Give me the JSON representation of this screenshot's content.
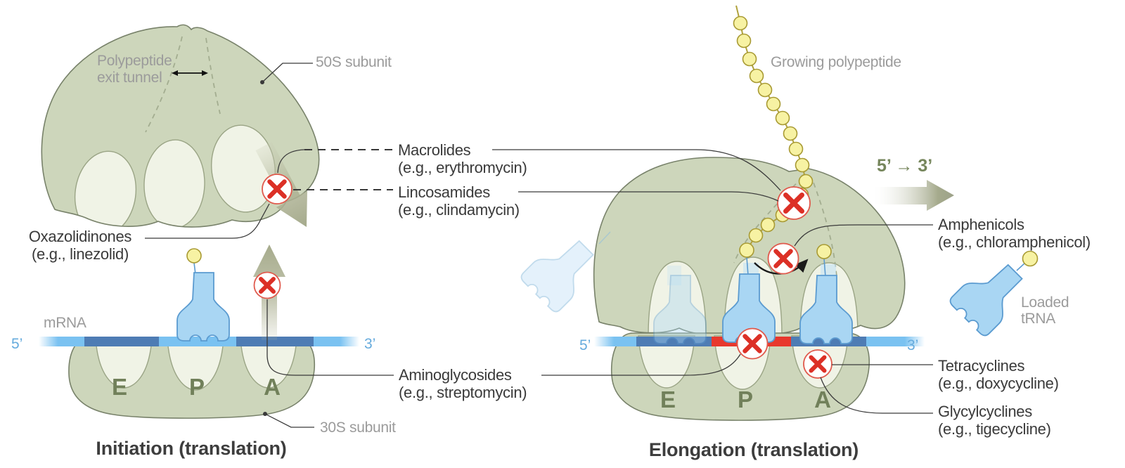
{
  "titles": {
    "left": "Initiation (translation)",
    "right": "Elongation (translation)"
  },
  "left": {
    "exit_tunnel_line1": "Polypeptide",
    "exit_tunnel_line2": "exit tunnel",
    "subunit_50s": "50S subunit",
    "subunit_30s": "30S subunit",
    "mrna": "mRNA",
    "five_prime": "5’",
    "three_prime": "3’",
    "site_e": "E",
    "site_p": "P",
    "site_a": "A",
    "oxazolidinones_name": "Oxazolidinones",
    "oxazolidinones_eg": "(e.g., linezolid)"
  },
  "middle": {
    "macrolides_name": "Macrolides",
    "macrolides_eg": "(e.g., erythromycin)",
    "lincosamides_name": "Lincosamides",
    "lincosamides_eg": "(e.g., clindamycin)",
    "aminoglycosides_name": "Aminoglycosides",
    "aminoglycosides_eg": "(e.g., streptomycin)"
  },
  "right": {
    "growing_polypeptide": "Growing polypeptide",
    "direction": "5’ → 3’",
    "five_prime": "5’",
    "three_prime": "3’",
    "site_e": "E",
    "site_p": "P",
    "site_a": "A",
    "amphenicols_name": "Amphenicols",
    "amphenicols_eg": "(e.g., chloramphenicol)",
    "loaded_trna_line1": "Loaded",
    "loaded_trna_line2": "tRNA",
    "tetracyclines_name": "Tetracyclines",
    "tetracyclines_eg": "(e.g., doxycycline)",
    "glycylcyclines_name": "Glycylcyclines",
    "glycylcyclines_eg": "(e.g., tigecycline)"
  },
  "colors": {
    "ribosome_green": "#cdd6bb",
    "pocket_pale": "#f0f3e6",
    "trna_blue": "#a9d6f3",
    "mrna_light": "#7ac2f1",
    "mrna_dark": "#4e7cb4",
    "mrna_blocked_red": "#e8382d",
    "inhibit_red": "#dc3026",
    "bead_yellow": "#f7f2a3",
    "arrow_olive": "#a9ae8e"
  }
}
